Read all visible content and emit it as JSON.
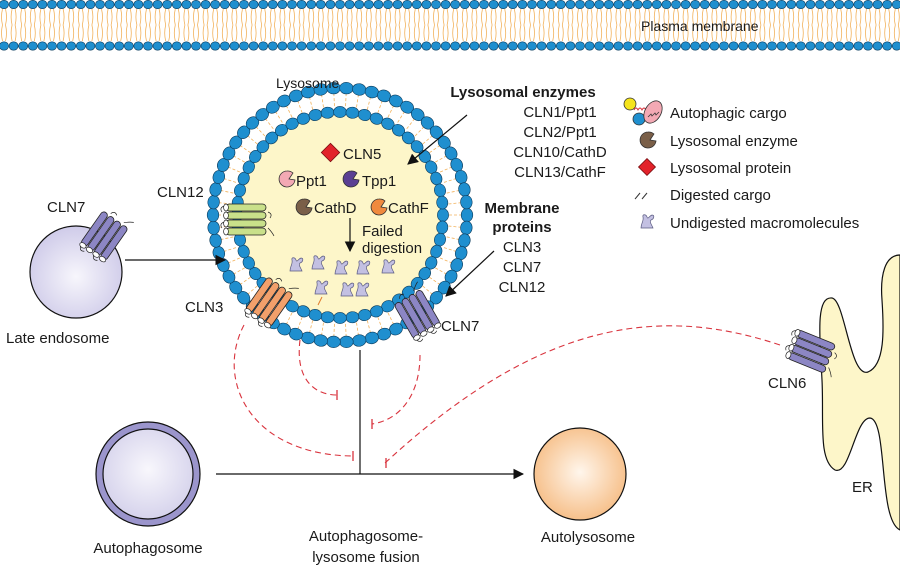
{
  "diagram": {
    "plasma_membrane": {
      "label": "Plasma membrane"
    },
    "lysosome": {
      "label": "Lysosome",
      "contents": {
        "lysosomal_protein": "CLN5",
        "enzymes": [
          "Ppt1",
          "Tpp1",
          "CathD",
          "CathF"
        ],
        "process_label_line1": "Failed",
        "process_label_line2": "digestion"
      },
      "membrane_protein_labels": {
        "left_top": "CLN12",
        "left_bottom": "CLN3",
        "right_bottom": "CLN7"
      }
    },
    "callouts": {
      "lysosomal_enzymes": {
        "title": "Lysosomal enzymes",
        "items": [
          "CLN1/Ppt1",
          "CLN2/Ppt1",
          "CLN10/CathD",
          "CLN13/CathF"
        ]
      },
      "membrane_proteins": {
        "title_line1": "Membrane",
        "title_line2": "proteins",
        "items": [
          "CLN3",
          "CLN7",
          "CLN12"
        ]
      }
    },
    "late_endosome": {
      "label": "Late endosome",
      "protein_label": "CLN7"
    },
    "autophagosome": {
      "label": "Autophagosome"
    },
    "fusion": {
      "label_line1": "Autophagosome-",
      "label_line2": "lysosome fusion"
    },
    "autolysosome": {
      "label": "Autolysosome"
    },
    "er": {
      "label": "ER",
      "protein_label": "CLN6"
    }
  },
  "legend": {
    "items": [
      {
        "icon": "autophagic-cargo-icon",
        "label": "Autophagic cargo"
      },
      {
        "icon": "lysosomal-enzyme-icon",
        "label": "Lysosomal enzyme"
      },
      {
        "icon": "lysosomal-protein-icon",
        "label": "Lysosomal protein"
      },
      {
        "icon": "digested-cargo-icon",
        "label": "Digested cargo"
      },
      {
        "icon": "undigested-macromolecule-icon",
        "label": "Undigested macromolecules"
      }
    ]
  },
  "colors": {
    "lipid_head": "#1f8fcf",
    "lipid_tail": "#f2b25c",
    "lysosome_lumen": "#fdf6c9",
    "inhibition": "#d9343e",
    "cln7_protein": "#8c86c4",
    "cln12_protein": "#c9e08a",
    "cln3_protein": "#f2a06b",
    "ppt1": "#f3a9b4",
    "tpp1": "#5a3f93",
    "cathd": "#7a5f48",
    "cathf": "#f08a3e",
    "cln5": "#e2222a",
    "macromolecule": "#c3c0e2",
    "autophagosome_ring": "#9b95cc",
    "autolysosome": "#f6c08c",
    "er": "#fdf6c9"
  }
}
